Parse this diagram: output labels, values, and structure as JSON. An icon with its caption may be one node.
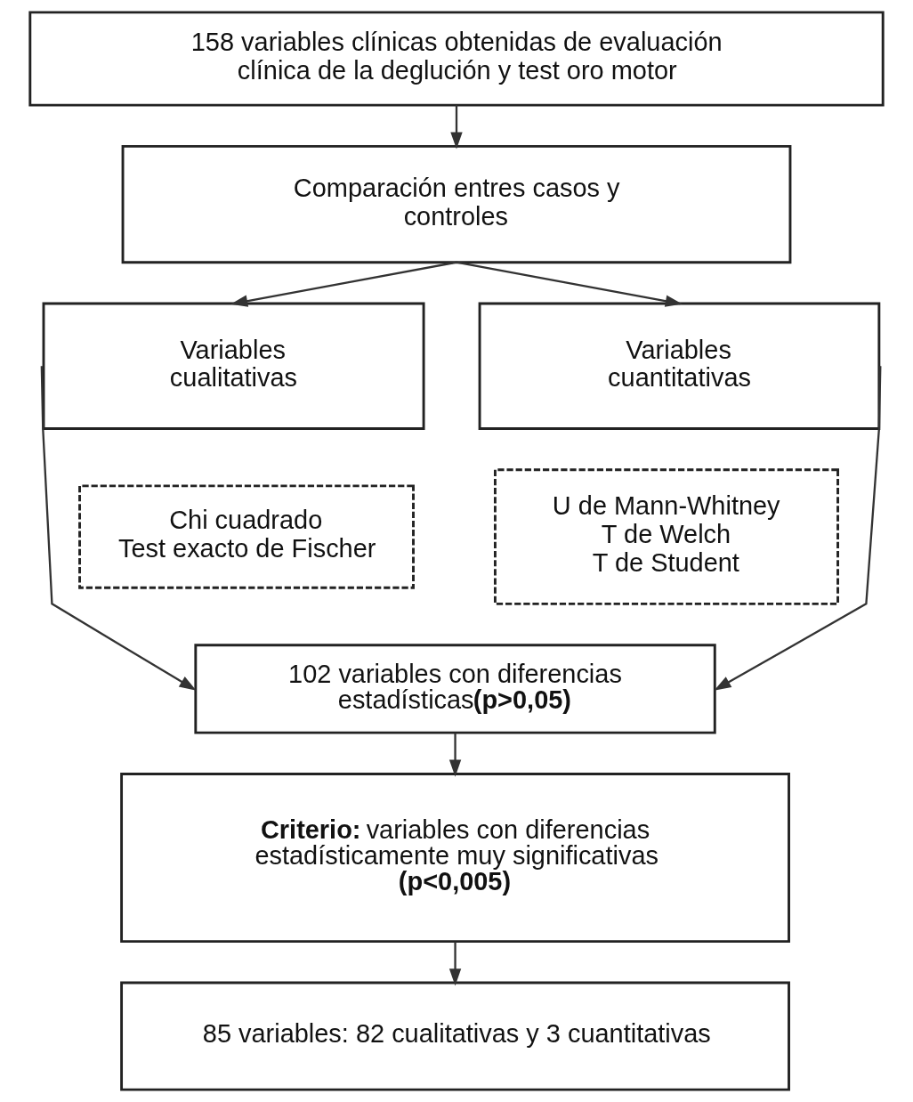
{
  "diagram": {
    "nodes": [
      {
        "text": [
          "158 variables clínicas obtenidas de evaluación clínica de la deglución y test oro motor"
        ]
      },
      {
        "text": [
          "Comparación entres casos y controles"
        ]
      },
      {
        "text": [
          "Variables cualitativas"
        ]
      },
      {
        "text": [
          "Variables cuantitativas"
        ]
      },
      {
        "text": [
          "Chi cuadrado",
          "Test exacto de Fischer"
        ]
      },
      {
        "text": [
          "U de Mann-Whitney",
          "T de Welch",
          "T de Student"
        ]
      },
      {
        "text": [
          "102 variables con diferencias estadísticas**(p>0,05)**"
        ]
      },
      {
        "text": [
          "**Criterio:** variables con diferencias estadísticamente muy significativas **(p<0,005)**"
        ]
      },
      {
        "text": [
          "85 variables: 82 cualitativas y 3 cuantitativas"
        ]
      }
    ],
    "edges": [
      {
        "from": 0,
        "to": 1,
        "arrow": "to"
      },
      {
        "from": 1,
        "to": 2,
        "arrow": "to"
      },
      {
        "from": 1,
        "to": 3,
        "arrow": "to"
      },
      {
        "from": 2,
        "to": 6,
        "arrow": "to"
      },
      {
        "from": 3,
        "to": 6,
        "arrow": "to"
      },
      {
        "from": 6,
        "to": 7,
        "arrow": "to"
      },
      {
        "from": 7,
        "to": 8,
        "arrow": "to"
      }
    ]
  }
}
